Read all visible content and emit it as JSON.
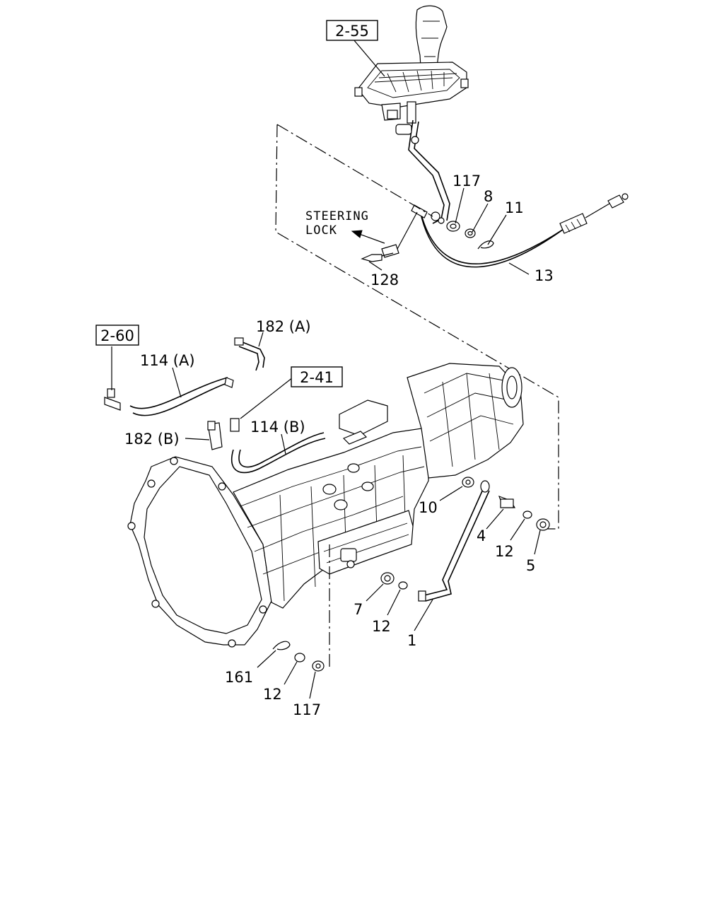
{
  "refs": {
    "r255": "2-55",
    "r260": "2-60",
    "r241": "2-41"
  },
  "note": {
    "line1": "STEERING",
    "line2": "LOCK"
  },
  "parts": {
    "p117a": "117",
    "p8": "8",
    "p11": "11",
    "p13": "13",
    "p128": "128",
    "p182a": "182 (A)",
    "p114a": "114 (A)",
    "p182b": "182 (B)",
    "p114b": "114 (B)",
    "p10": "10",
    "p4": "4",
    "p12a": "12",
    "p5": "5",
    "p7": "7",
    "p12b": "12",
    "p1": "1",
    "p161": "161",
    "p12c": "12",
    "p117b": "117"
  }
}
